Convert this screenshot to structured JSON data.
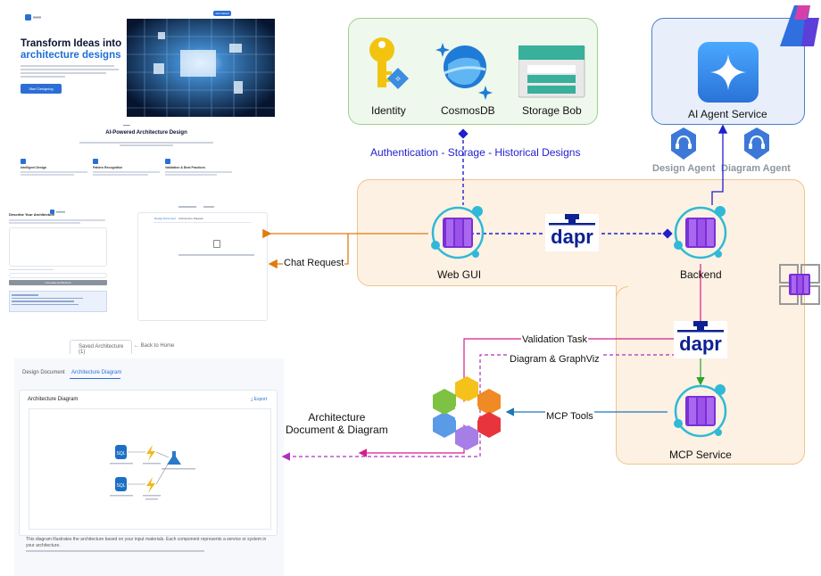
{
  "landing": {
    "brand": "",
    "top_button": "Get started",
    "hero_title_1": "Transform Ideas into",
    "hero_title_2": "architecture designs",
    "hero_button": "Start Designing",
    "section_title": "AI-Powered Architecture Design",
    "features": [
      "Intelligent Design",
      "Pattern Recognition",
      "Validation & Best Practices"
    ]
  },
  "chat_mock": {
    "title": "Describe Your Architecture",
    "send_button": "Generate Architecture",
    "tabs": [
      "Design Document",
      "Architecture Diagram"
    ]
  },
  "results": {
    "saved_tab": "Saved Architecture (1)",
    "back_link": "← Back to Home",
    "tabs": [
      "Design Document",
      "Architecture Diagram"
    ],
    "card_title": "Architecture Diagram",
    "export": "Export",
    "caption": "This diagram illustrates the architecture based on your input materials. Each component represents a service or system in your architecture.",
    "nodes": [
      "SQL",
      "SQL"
    ]
  },
  "storage_group": {
    "items": [
      "Identity",
      "CosmosDB",
      "Storage Bob"
    ],
    "caption": "Authentication - Storage - Historical Designs"
  },
  "ai_group": {
    "title": "AI Agent Service",
    "agents": [
      "Design Agent",
      "Diagram Agent"
    ]
  },
  "nodes": {
    "web_gui": "Web GUI",
    "backend": "Backend",
    "mcp": "MCP Service",
    "dapr_label": "dapr"
  },
  "flows": {
    "chat_request": "Chat Request",
    "validation": "Validation Task",
    "diagram": "Diagram & GraphViz",
    "mcp_tools": "MCP Tools",
    "arch_doc_1": "Architecture",
    "arch_doc_2": "Document & Diagram"
  },
  "colors": {
    "orange": "#e07b10",
    "blue": "#1f1fcf",
    "magenta": "#d61e8a",
    "purple": "#b02fc0",
    "green": "#2aa52a",
    "teal": "#1f78b4",
    "container_purple": "#7b2fd6",
    "dapr_navy": "#0d2192"
  }
}
